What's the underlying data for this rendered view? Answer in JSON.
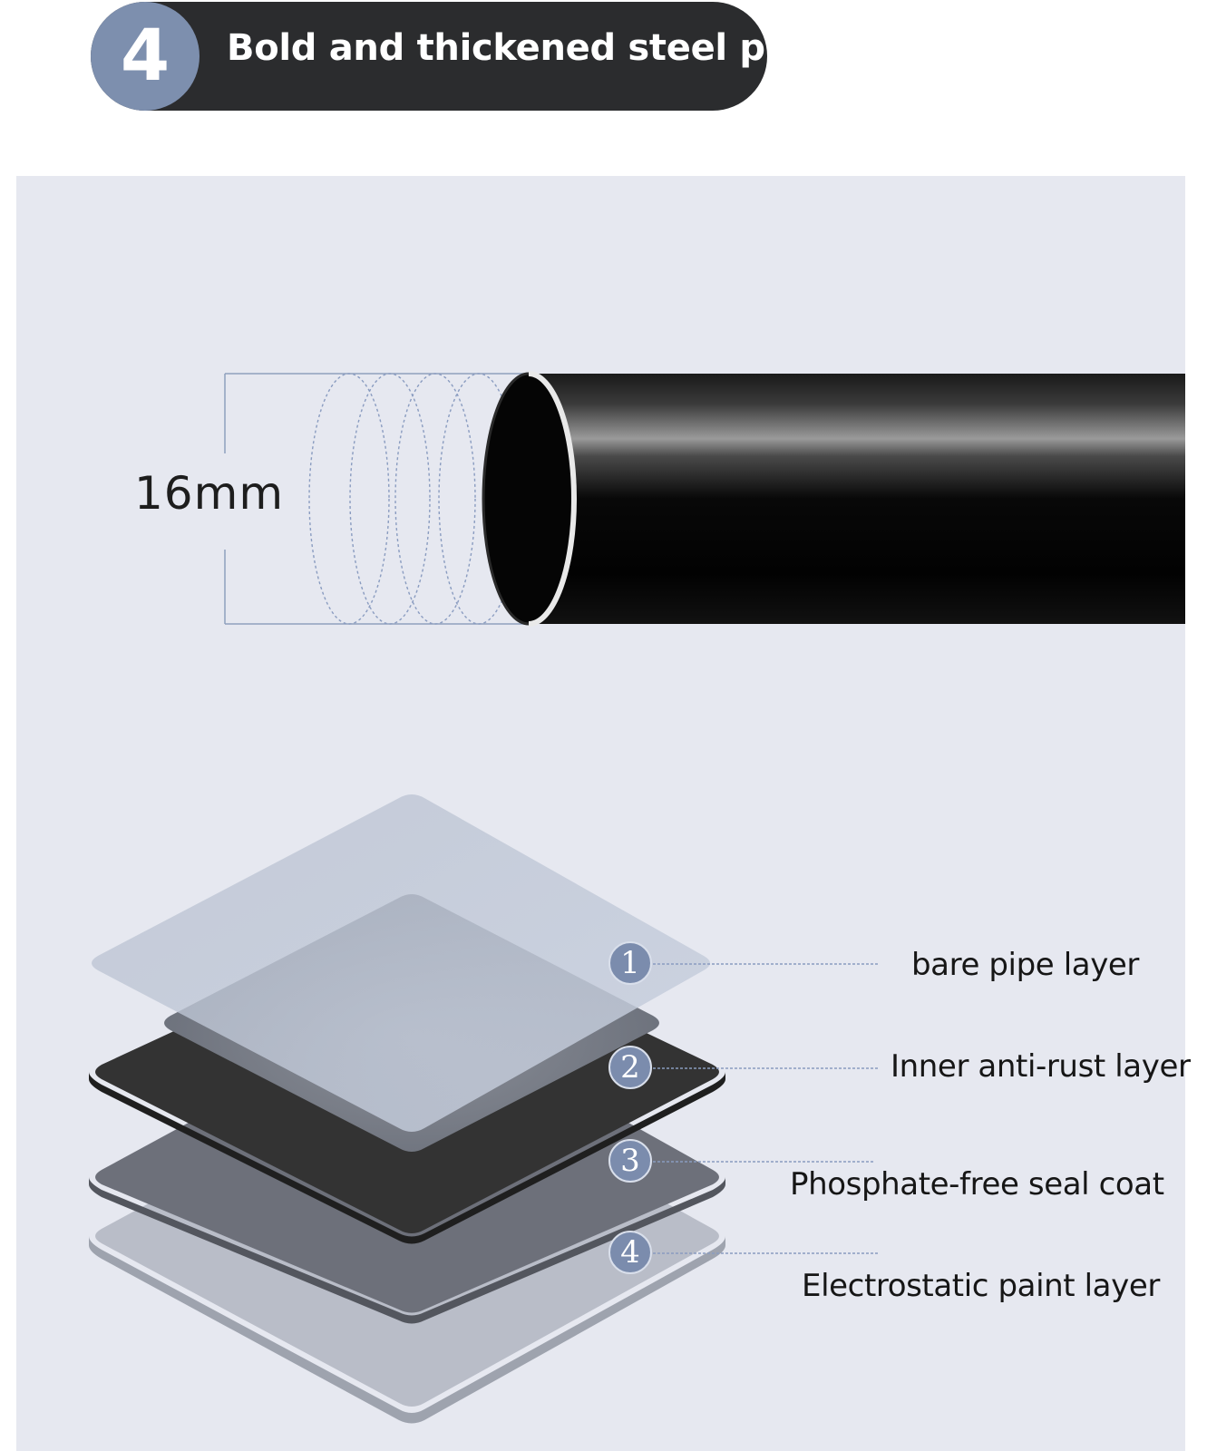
{
  "header": {
    "step_number": "4",
    "title": "Bold and thickened steel pipe"
  },
  "pipe": {
    "diameter_label": "16mm"
  },
  "layers": [
    {
      "number": "1",
      "label": "bare pipe layer"
    },
    {
      "number": "2",
      "label": "Inner anti-rust layer"
    },
    {
      "number": "3",
      "label": "Phosphate-free seal coat"
    },
    {
      "number": "4",
      "label": "Electrostatic paint layer"
    }
  ],
  "colors": {
    "header_pill": "#2b2c2e",
    "badge": "#7d8fae",
    "panel": "#e6e8f0",
    "pipe": "#050505",
    "leader_line": "#8a9cc0"
  }
}
